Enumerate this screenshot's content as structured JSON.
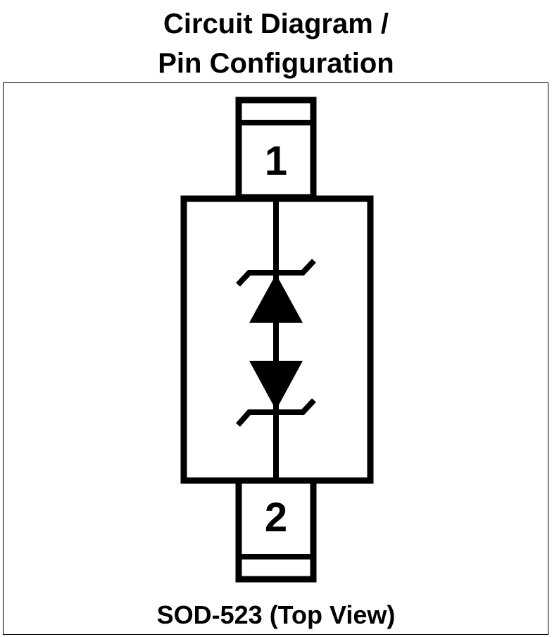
{
  "title": {
    "line1": "Circuit Diagram /",
    "line2": "Pin Configuration"
  },
  "pins": {
    "pin1": "1",
    "pin2": "2"
  },
  "caption": "SOD-523 (Top View)",
  "colors": {
    "stroke": "#000000",
    "background": "#ffffff"
  },
  "icons": {
    "device": "bidirectional-tvs-diode-icon"
  }
}
